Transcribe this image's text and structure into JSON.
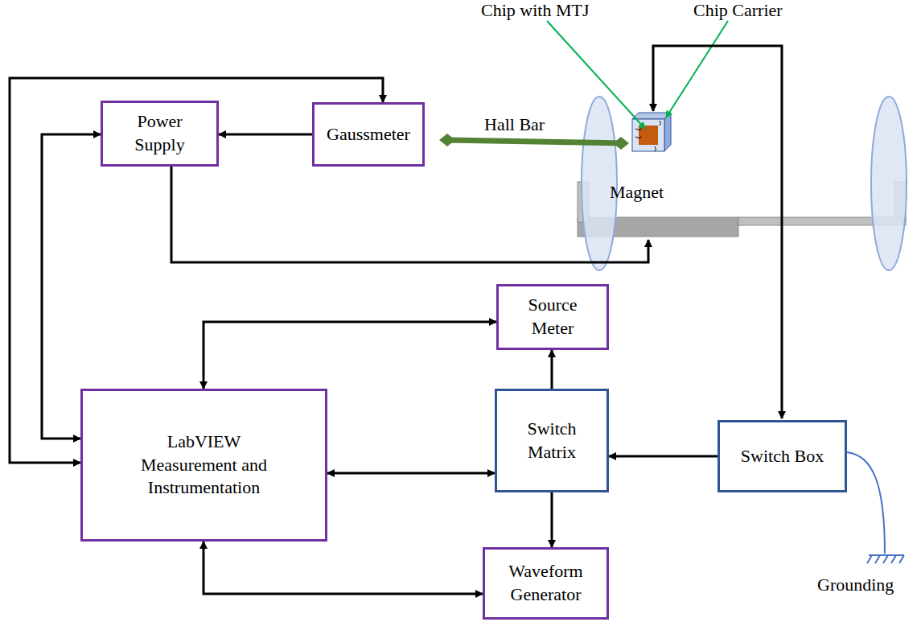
{
  "diagram": {
    "nodes": [
      {
        "text": [
          "Power Supply"
        ]
      },
      {
        "text": [
          "Gaussmeter"
        ]
      },
      {
        "text": [
          "Source Meter"
        ]
      },
      {
        "text": [
          "LabVIEW Measurement and Instrumentation"
        ]
      },
      {
        "text": [
          "Switch Matrix"
        ]
      },
      {
        "text": [
          "Switch Box"
        ]
      },
      {
        "text": [
          "Waveform Generator"
        ]
      }
    ],
    "edges": [
      {
        "from": 3,
        "to": 1,
        "arrow": "both"
      },
      {
        "from": 1,
        "to": 0,
        "arrow": "to"
      },
      {
        "from": 3,
        "to": 0,
        "arrow": "both"
      },
      {
        "from": 3,
        "to": 2,
        "arrow": "both"
      },
      {
        "from": 3,
        "to": 4,
        "arrow": "both"
      },
      {
        "from": 4,
        "to": 2,
        "arrow": "to"
      },
      {
        "from": 5,
        "to": 4,
        "arrow": "to"
      },
      {
        "from": 4,
        "to": 6,
        "arrow": "to"
      },
      {
        "from": 3,
        "to": 6,
        "arrow": "both"
      }
    ],
    "labels": [
      "Chip with MTJ",
      "Chip Carrier",
      "Hall Bar",
      "Magnet",
      "Grounding"
    ]
  }
}
